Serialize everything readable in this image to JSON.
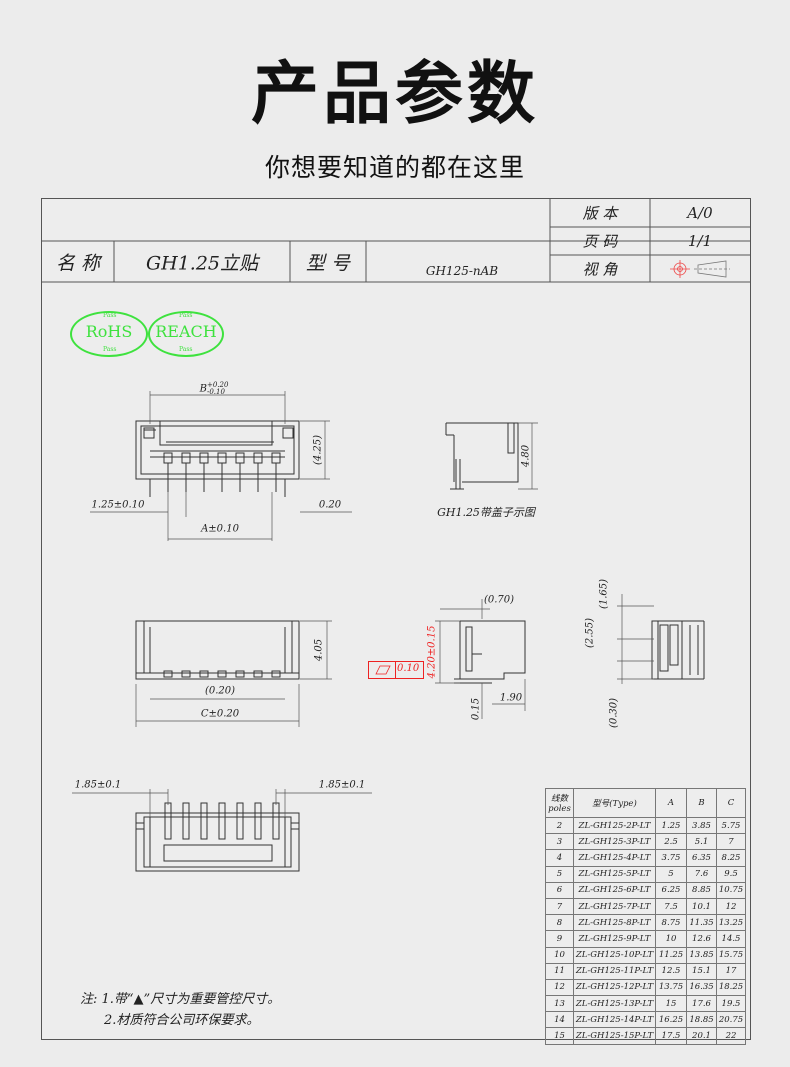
{
  "header": {
    "title": "产品参数",
    "subtitle": "你想要知道的都在这里"
  },
  "title_block": {
    "version_label": "版 本",
    "version_value": "A/0",
    "page_label": "页 码",
    "page_value": "1/1",
    "view_label": "视 角",
    "name_label": "名 称",
    "name_value": "GH1.25立贴",
    "model_label": "型 号",
    "model_value": "GH125-nAB"
  },
  "certifications": {
    "rohs": "RoHS",
    "reach": "REACH",
    "pass_text": "Pass"
  },
  "drawing": {
    "top_view": {
      "dim_b": "B",
      "dim_b_tol_upper": "+0.20",
      "dim_b_tol_lower": "-0.10",
      "dim_height": "(4.25)",
      "dim_pitch": "1.25±0.10",
      "dim_a": "A±0.10",
      "dim_pin": "0.20"
    },
    "cap_view": {
      "dim_height": "4.80",
      "caption": "GH1.25带盖子示图"
    },
    "front_view": {
      "dim_height": "4.05",
      "dim_inner": "(0.20)",
      "dim_c": "C±0.20"
    },
    "side_view": {
      "dim_top": "(0.70)",
      "dim_height_red": "4.20±0.15",
      "flatness_value": "0.10",
      "dim_foot": "1.90",
      "dim_thickness": "0.15"
    },
    "section_view": {
      "dim_1": "(1.65)",
      "dim_2": "(2.55)",
      "dim_3": "(0.30)"
    },
    "bottom_view": {
      "dim_left": "1.85±0.1",
      "dim_right": "1.85±0.1"
    }
  },
  "spec_table": {
    "headers": [
      "线数",
      "poles",
      "型号(Type)",
      "A",
      "B",
      "C"
    ],
    "rows": [
      [
        "2",
        "ZL-GH125-2P-LT",
        "1.25",
        "3.85",
        "5.75"
      ],
      [
        "3",
        "ZL-GH125-3P-LT",
        "2.5",
        "5.1",
        "7"
      ],
      [
        "4",
        "ZL-GH125-4P-LT",
        "3.75",
        "6.35",
        "8.25"
      ],
      [
        "5",
        "ZL-GH125-5P-LT",
        "5",
        "7.6",
        "9.5"
      ],
      [
        "6",
        "ZL-GH125-6P-LT",
        "6.25",
        "8.85",
        "10.75"
      ],
      [
        "7",
        "ZL-GH125-7P-LT",
        "7.5",
        "10.1",
        "12"
      ],
      [
        "8",
        "ZL-GH125-8P-LT",
        "8.75",
        "11.35",
        "13.25"
      ],
      [
        "9",
        "ZL-GH125-9P-LT",
        "10",
        "12.6",
        "14.5"
      ],
      [
        "10",
        "ZL-GH125-10P-LT",
        "11.25",
        "13.85",
        "15.75"
      ],
      [
        "11",
        "ZL-GH125-11P-LT",
        "12.5",
        "15.1",
        "17"
      ],
      [
        "12",
        "ZL-GH125-12P-LT",
        "13.75",
        "16.35",
        "18.25"
      ],
      [
        "13",
        "ZL-GH125-13P-LT",
        "15",
        "17.6",
        "19.5"
      ],
      [
        "14",
        "ZL-GH125-14P-LT",
        "16.25",
        "18.85",
        "20.75"
      ],
      [
        "15",
        "ZL-GH125-15P-LT",
        "17.5",
        "20.1",
        "22"
      ]
    ]
  },
  "notes": {
    "line1": "注: 1.带“▲”尺寸为重要管控尺寸。",
    "line2": "2.材质符合公司环保要求。"
  }
}
